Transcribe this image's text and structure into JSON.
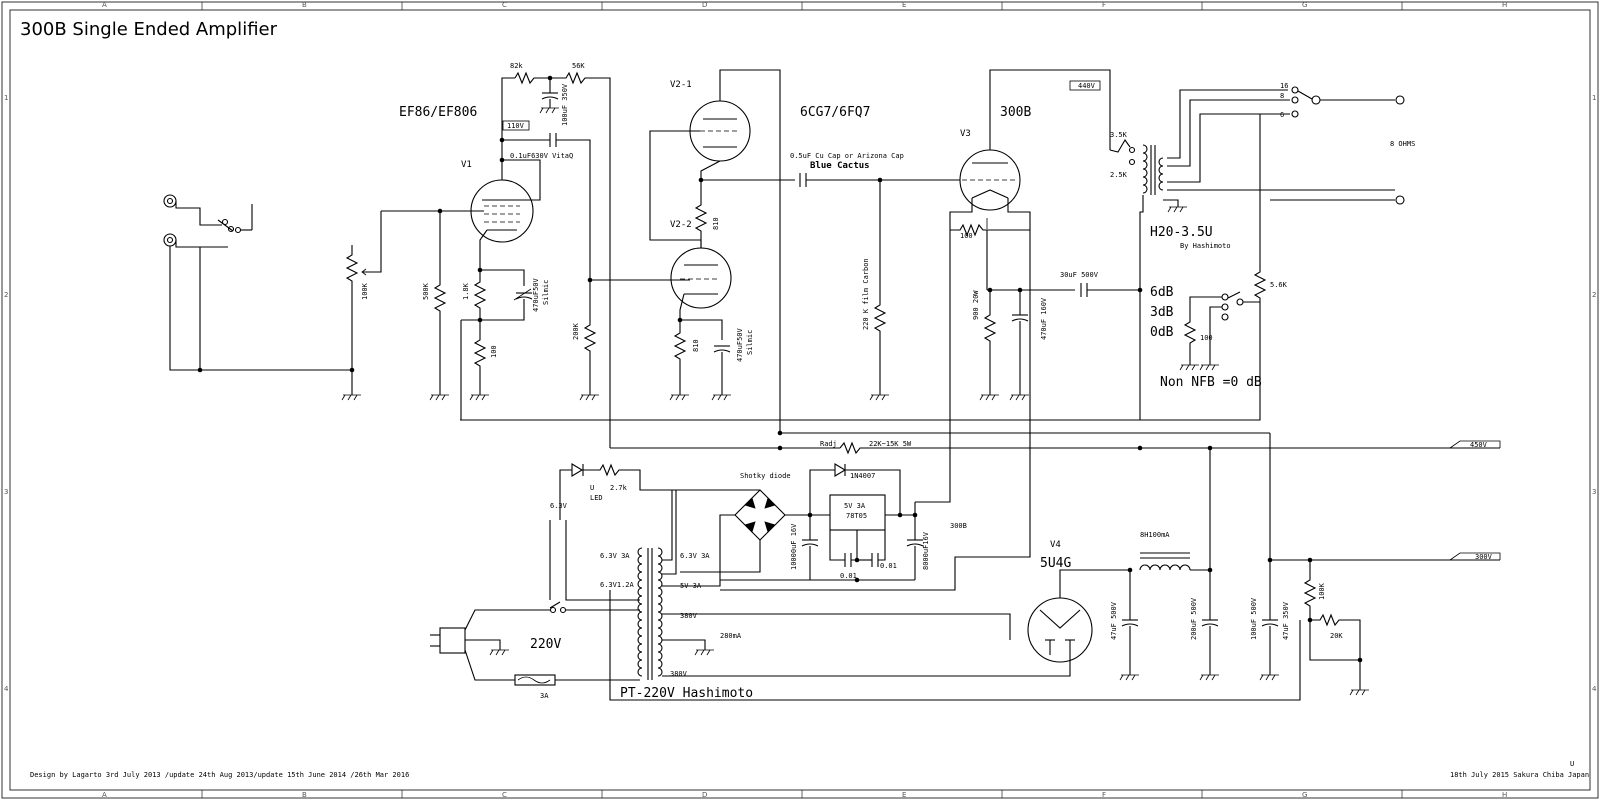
{
  "title": "300B  Single Ended Amplifier",
  "ruler": {
    "columns": [
      "A",
      "B",
      "C",
      "D",
      "E",
      "F",
      "G",
      "H"
    ],
    "rows": [
      "1",
      "2",
      "3",
      "4"
    ]
  },
  "tubes": {
    "ef86": "EF86/EF806",
    "v1": "V1",
    "v21": "V2-1",
    "v22": "V2-2",
    "cg7": "6CG7/6FQ7",
    "v3": "V3",
    "t300b": "300B",
    "v4": "V4",
    "u4g": "5U4G"
  },
  "components": {
    "r82k": "82k",
    "r56k": "56K",
    "c100u350": "100uF 350V",
    "v110": "110V",
    "c01u630": "0.1uF630V VitaQ",
    "r100k": "100K",
    "r500k": "500K",
    "r18k": "1.8K",
    "c470u50_1": "470uF50V",
    "silmic1": "Silmic",
    "r100a": "100",
    "r200k": "200K",
    "r810a": "810",
    "r810b": "810",
    "c470u50_2": "470uF50V",
    "silmic2": "Silmic",
    "coupling_cap": "0.5uF  Cu Cap or Arizona Cap",
    "blue_cactus": "Blue Cactus",
    "r220k": "220 K film Carbon",
    "r100b": "100",
    "r900": "900 20W",
    "c470u160": "470uF 160V",
    "c30u500": "30uF 500V",
    "v440": "440V",
    "tap35k": "3.5K",
    "tap25k": "2.5K",
    "ot_model": "H20-3.5U",
    "ot_by": "By Hashimoto",
    "tap16": "16",
    "tap8": "8",
    "tap6": "6",
    "ohms": "8 OHMS",
    "r56": "5.6K",
    "nfb6": "6dB",
    "nfb3": "3dB",
    "nfb0": "0dB",
    "r100c": "100",
    "non_nfb": "Non NFB =0 dB",
    "radj": "Radj",
    "r22k": "22K~15K 5W",
    "v450": "450V",
    "v300": "300V",
    "shotky": "Shotky diode",
    "d1n4007": "1N4007",
    "reg1": "5V 3A",
    "reg2": "78T05",
    "c10000u": "10000uF 16V",
    "c8000u": "8000uF16V",
    "c001a": "0.01",
    "c001b": "0.01",
    "heater_label": "300B",
    "r27k": "2.7k",
    "led_u": "U",
    "led": "LED",
    "v63": "6.3V",
    "pt_a": "6.3V 3A",
    "pt_b": "6.3V1.2A",
    "pt_c": "6.3V 3A",
    "pt_d": "5V 3A",
    "pt_e": "380V",
    "pt_f": "280mA",
    "pt_g": "380V",
    "mains": "220V",
    "fuse": "3A",
    "pt_model": "PT-220V Hashimoto",
    "choke": "8H100mA",
    "c47u500a": "47uF 500V",
    "c200u500": "200uF 500V",
    "c100u500": "100uF 500V",
    "c47u350": "47uF 350V",
    "r100kb": "100K",
    "r20k": "20K"
  },
  "footer": {
    "design": "Design by Lagarto 3rd July 2013  /update 24th Aug 2013/update 15th June 2014 /26th Mar 2016",
    "date": "18th July 2015 Sakura Chiba Japan",
    "u": "U"
  }
}
